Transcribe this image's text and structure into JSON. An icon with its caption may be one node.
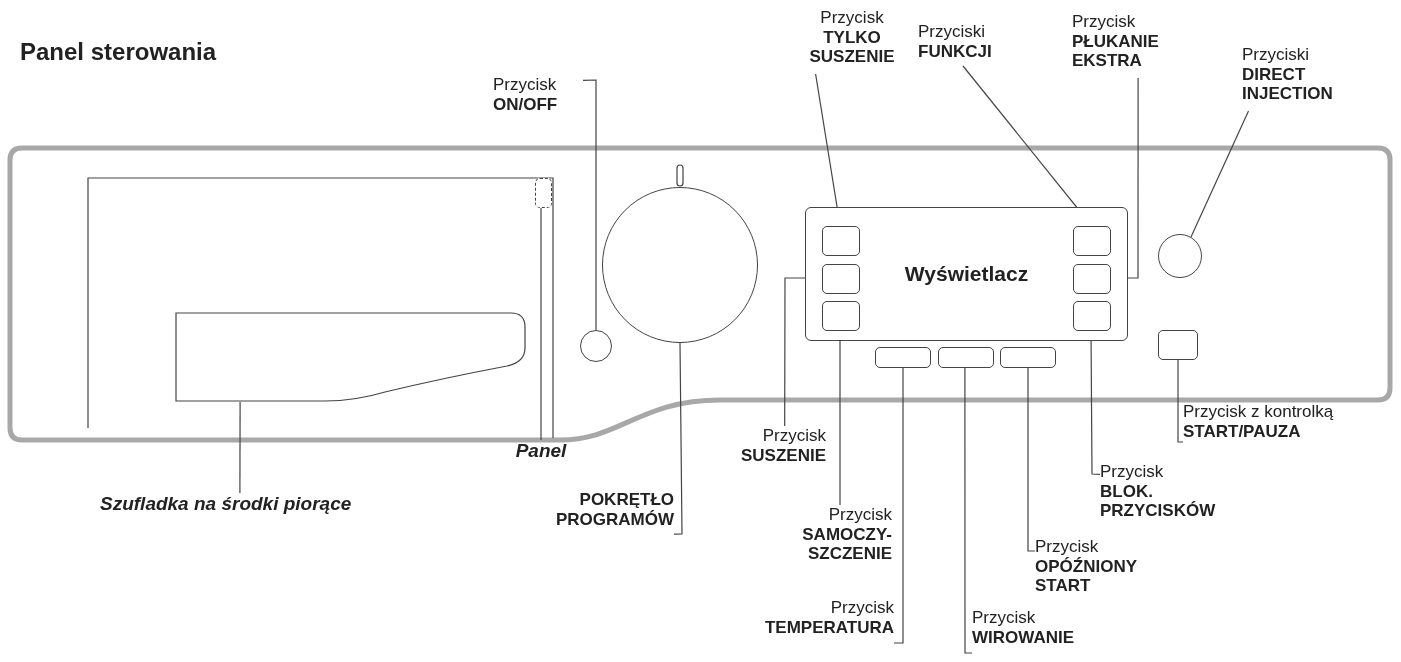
{
  "diagram": {
    "title": "Panel sterowania",
    "nodes": [
      {
        "text": [
          "Przycisk",
          "TYLKO SUSZENIE"
        ]
      },
      {
        "text": [
          "Przyciski",
          "FUNKCJI"
        ]
      },
      {
        "text": [
          "Przycisk",
          "PŁUKANIE EKSTRA"
        ]
      },
      {
        "text": [
          "Przyciski",
          "DIRECT INJECTION"
        ]
      },
      {
        "text": [
          "Przycisk",
          "ON/OFF"
        ]
      },
      {
        "text": [
          "Wyświetlacz"
        ]
      },
      {
        "text": [],
        "shape": "box",
        "in": 5
      },
      {
        "text": [],
        "shape": "box",
        "in": 5
      },
      {
        "text": [],
        "shape": "box",
        "in": 5
      },
      {
        "text": [],
        "shape": "box",
        "in": 5
      },
      {
        "text": [],
        "shape": "box",
        "in": 5
      },
      {
        "text": [],
        "shape": "box",
        "in": 5
      },
      {
        "text": [],
        "shape": "box"
      },
      {
        "text": [],
        "shape": "box"
      },
      {
        "text": [],
        "shape": "box"
      },
      {
        "text": [],
        "shape": "circle"
      },
      {
        "text": [],
        "shape": "circle"
      },
      {
        "text": [],
        "shape": "circle"
      },
      {
        "text": [],
        "shape": "box"
      },
      {
        "text": [],
        "shape": "box"
      },
      {
        "text": [],
        "shape": "box"
      },
      {
        "text": [
          "Panel"
        ]
      },
      {
        "text": [
          "Szufladka na środki piorące"
        ]
      },
      {
        "text": [
          "POKRĘTŁO PROGRAMÓW"
        ]
      },
      {
        "text": [
          "Przycisk",
          "SUSZENIE"
        ]
      },
      {
        "text": [
          "Przycisk",
          "SAMOCZY- SZCZENIE"
        ]
      },
      {
        "text": [
          "Przycisk",
          "TEMPERATURA"
        ]
      },
      {
        "text": [
          "Przycisk",
          "WIROWANIE"
        ]
      },
      {
        "text": [
          "Przycisk",
          "OPÓŹNIONY START"
        ]
      },
      {
        "text": [
          "Przycisk",
          "BLOK. PRZYCISKÓW"
        ]
      },
      {
        "text": [
          "Przycisk z kontrolką",
          "START/PAUZA"
        ]
      }
    ],
    "edges": [
      {
        "from": 0,
        "to": 6,
        "arrow": "none"
      },
      {
        "from": 1,
        "to": 9,
        "arrow": "none"
      },
      {
        "from": 2,
        "to": 10,
        "arrow": "none"
      },
      {
        "from": 3,
        "to": 17,
        "arrow": "none"
      },
      {
        "from": 4,
        "to": 15,
        "arrow": "none"
      },
      {
        "from": 21,
        "to": 20,
        "arrow": "none"
      },
      {
        "from": 22,
        "to": 19,
        "arrow": "none"
      },
      {
        "from": 23,
        "to": 16,
        "arrow": "none"
      },
      {
        "from": 24,
        "to": 7,
        "arrow": "none"
      },
      {
        "from": 25,
        "to": 8,
        "arrow": "none"
      },
      {
        "from": 26,
        "to": 12,
        "arrow": "none"
      },
      {
        "from": 27,
        "to": 13,
        "arrow": "none"
      },
      {
        "from": 28,
        "to": 14,
        "arrow": "none"
      },
      {
        "from": 29,
        "to": 11,
        "arrow": "none"
      },
      {
        "from": 30,
        "to": 18,
        "arrow": "none"
      }
    ]
  }
}
